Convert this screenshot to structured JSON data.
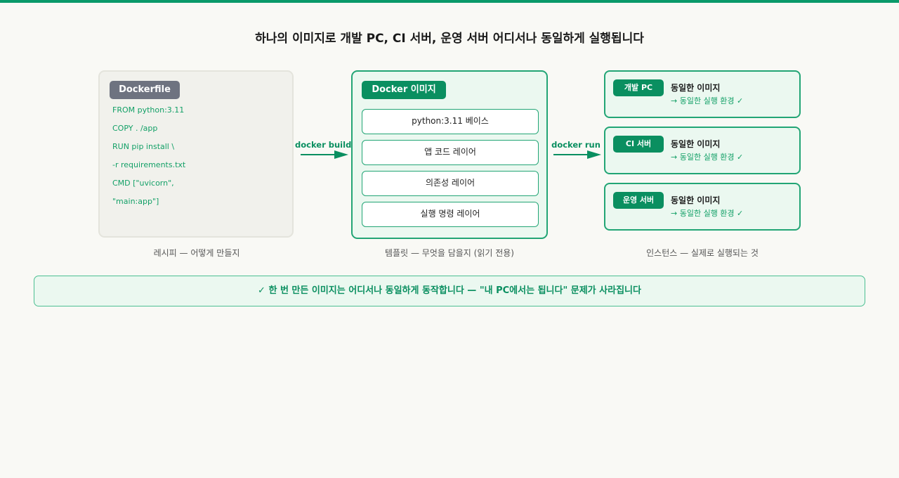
{
  "title": "하나의 이미지로 개발 PC, CI 서버, 운영 서버 어디서나 동일하게 실행됩니다",
  "recipe": {
    "chip": "Dockerfile",
    "lines": [
      "FROM python:3.11",
      "COPY . /app",
      "RUN pip install \\",
      "-r requirements.txt",
      "CMD [\"uvicorn\",",
      "\"main:app\"]"
    ],
    "caption": "레시피 — 어떻게 만들지"
  },
  "build_arrow": {
    "label": "docker build"
  },
  "image": {
    "chip": "Docker 이미지",
    "layers": [
      "python:3.11 베이스",
      "앱 코드 레이어",
      "의존성 레이어",
      "실행 명령 레이어"
    ],
    "caption": "템플릿 — 무엇을 담을지 (읽기 전용)"
  },
  "run_arrow": {
    "label": "docker run"
  },
  "instances": {
    "items": [
      {
        "chip": "개발 PC",
        "title": "동일한 이미지",
        "sub": "→ 동일한 실행 환경 ✓"
      },
      {
        "chip": "CI 서버",
        "title": "동일한 이미지",
        "sub": "→ 동일한 실행 환경 ✓"
      },
      {
        "chip": "운영 서버",
        "title": "동일한 이미지",
        "sub": "→ 동일한 실행 환경 ✓"
      }
    ],
    "caption": "인스턴스 — 실제로 실행되는 것"
  },
  "banner": "✓ 한 번 만든 이미지는 어디서나 동일하게 동작합니다 — \"내 PC에서는 됩니다\" 문제가 사라집니다",
  "colors": {
    "accent": "#0a8f60",
    "border": "#22a575",
    "panel": "#ebf8f0",
    "gray_chip": "#6e7380"
  }
}
